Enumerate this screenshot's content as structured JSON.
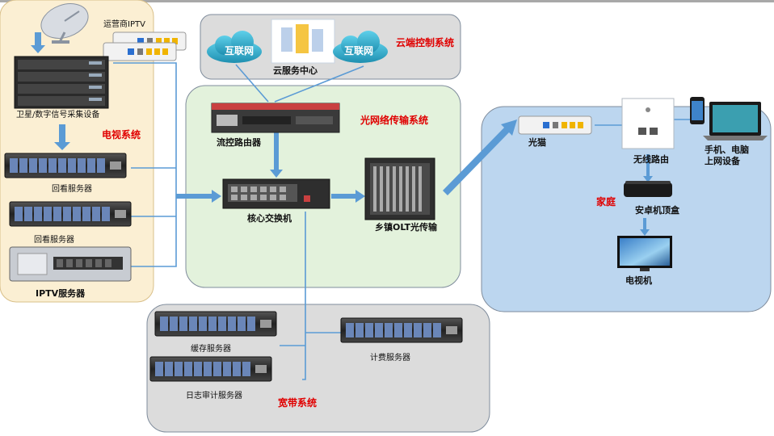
{
  "colors": {
    "tv_panel": "#fbefd3",
    "green_panel": "#e3f2dc",
    "gray_panel": "#dcdcdc",
    "home_panel": "#bcd6ef",
    "line": "#5b9bd5",
    "system_label": "#e00000",
    "cloud": "#2aa9c8"
  },
  "systems": {
    "tv": "电视系统",
    "cloud_control": "云端控制系统",
    "optical_network": "光网络传输系统",
    "home": "家庭",
    "broadband": "宽带系统"
  },
  "devices": {
    "satellite_equipment": "卫星/数字信号采集设备",
    "operator_iptv": "运营商IPTV",
    "playback_server_1": "回看服务器",
    "playback_server_2": "回看服务器",
    "iptv_server": "IPTV服务器",
    "internet_left": "互联网",
    "internet_right": "互联网",
    "cloud_center": "云服务中心",
    "flow_router": "流控路由器",
    "core_switch": "核心交换机",
    "olt": "乡镇OLT光传输",
    "modem": "光猫",
    "wireless_router": "无线路由",
    "client_devices_line1": "手机、电脑",
    "client_devices_line2": "上网设备",
    "android_box": "安卓机顶盒",
    "tv_set": "电视机",
    "cache_server": "缓存服务器",
    "billing_server": "计费服务器",
    "log_audit_server": "日志审计服务器"
  },
  "icons": {
    "satellite": "satellite-dish-icon",
    "rack_server": "rack-server-icon",
    "cloud": "cloud-icon",
    "router": "router-icon",
    "switch": "switch-icon",
    "olt": "olt-chassis-icon",
    "modem": "optical-modem-icon",
    "wall_router": "wall-router-icon",
    "phone": "phone-icon",
    "laptop": "laptop-icon",
    "set_top_box": "set-top-box-icon",
    "tv": "tv-icon"
  }
}
